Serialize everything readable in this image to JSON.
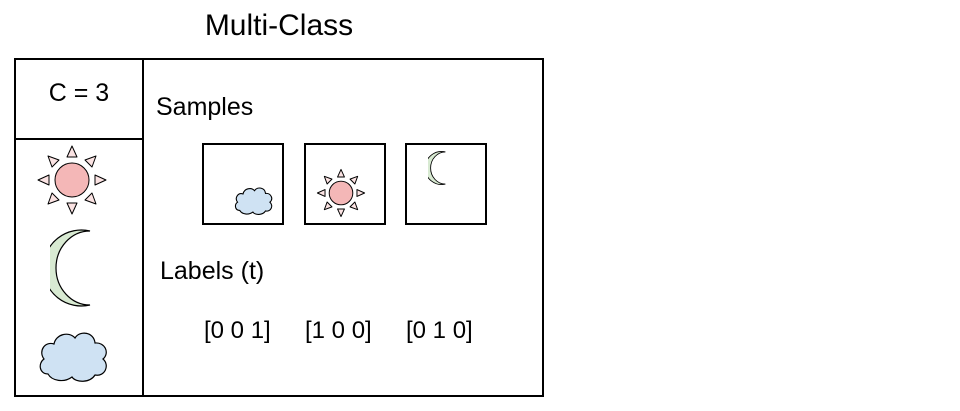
{
  "title": "Multi-Class",
  "class_count": "C = 3",
  "classes": [
    {
      "icon": "sun-icon"
    },
    {
      "icon": "moon-icon"
    },
    {
      "icon": "cloud-icon"
    }
  ],
  "samples_label": "Samples",
  "samples": [
    {
      "icon": "cloud-icon",
      "label": "[0 0 1]"
    },
    {
      "icon": "sun-icon",
      "label": "[1 0 0]"
    },
    {
      "icon": "moon-icon",
      "label": "[0 1 0]"
    }
  ],
  "labels_heading": "Labels (t)",
  "colors": {
    "sun_fill": "#f4b7b7",
    "sun_rays": "#fbe3e3",
    "moon_fill": "#d8ead2",
    "cloud_fill": "#cfe2f3",
    "stroke": "#000000"
  }
}
